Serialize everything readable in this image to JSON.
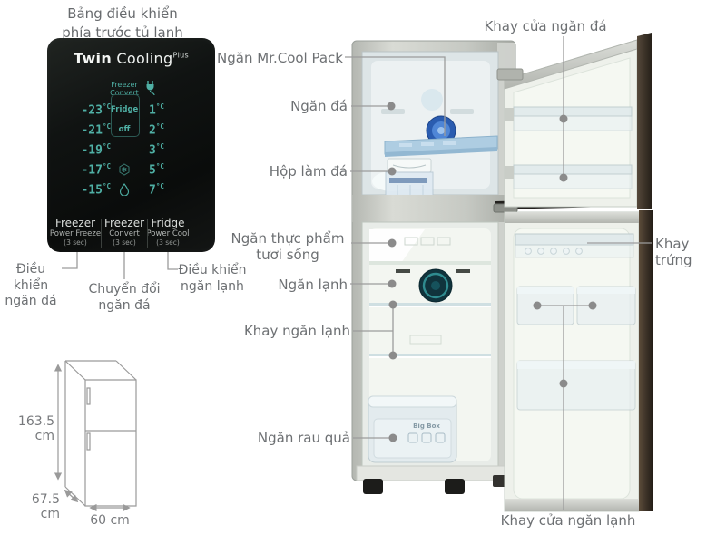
{
  "labels": {
    "panel_title": {
      "line1": "Bảng điều khiển",
      "line2": "phía trước tủ lạnh"
    },
    "callouts": {
      "khay_cua_ngan_da": "Khay cửa ngăn đá",
      "ngan_mrcool": "Ngăn Mr.Cool Pack",
      "ngan_da": "Ngăn đá",
      "hop_lam_da": "Hộp làm đá",
      "ngan_thuc_pham_1": "Ngăn thực phẩm",
      "ngan_thuc_pham_2": "tươi sống",
      "ngan_lanh": "Ngăn lạnh",
      "khay_ngan_lanh": "Khay ngăn lạnh",
      "khay_trung": "Khay trứng",
      "ngan_rau_qua": "Ngăn rau quả",
      "khay_cua_ngan_lanh": "Khay cửa ngăn lạnh"
    },
    "panel_callouts": {
      "left_1": "Điều khiển",
      "left_2": "ngăn đá",
      "mid_1": "Chuyển đổi",
      "mid_2": "ngăn đá",
      "right_1": "Điều khiển",
      "right_2": "ngăn lạnh"
    }
  },
  "panel": {
    "brand": {
      "bold": "Twin",
      "regular": " Cooling",
      "sup": "Plus"
    },
    "display": {
      "header": {
        "line1": "Freezer",
        "line2": "Convert"
      },
      "freezer_temps": [
        "-23",
        "-21",
        "-19",
        "-17",
        "-15"
      ],
      "fridge_temps": [
        "1",
        "2",
        "3",
        "5",
        "7"
      ],
      "unit": "°C",
      "convert_options": {
        "option1": "Fridge",
        "option2": "off"
      },
      "icons": [
        "power-plug-icon",
        "snowflake-icon",
        "water-drop-icon"
      ]
    },
    "buttons": [
      {
        "name": "Freezer",
        "func": "Power Freeze",
        "hold": "(3 sec)"
      },
      {
        "name": "Freezer",
        "func": "Convert",
        "hold": "(3 sec)"
      },
      {
        "name": "Fridge",
        "func": "Power Cool",
        "hold": "(3 sec)"
      }
    ]
  },
  "dimensions": {
    "height": "163.5 cm",
    "depth": "67.5 cm",
    "width": "60 cm"
  },
  "fridge": {
    "drawer_label": "Big Box"
  },
  "colors": {
    "panel_bg": "#101312",
    "panel_teal": "#4fb0a5",
    "label_text": "#6d7073",
    "callout_line": "#9c9c9c",
    "freezer_fan_blue": "#2a5cb0",
    "fridge_fan_teal": "#2f8b8f"
  }
}
